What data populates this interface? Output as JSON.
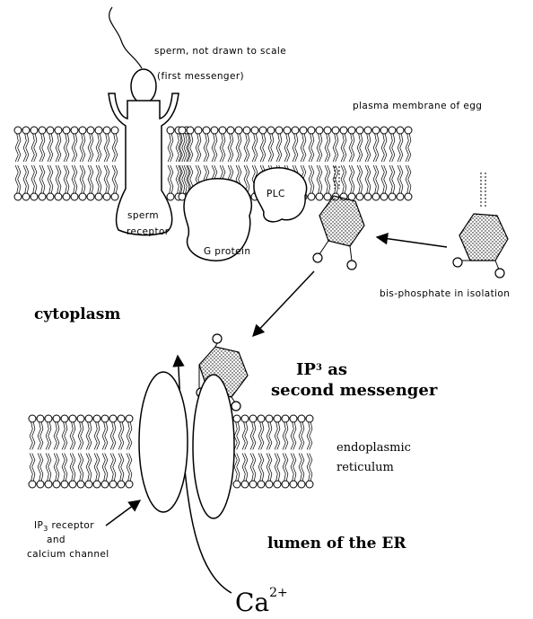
{
  "labels": {
    "sperm": "sperm, not drawn to scale",
    "first_messenger": "(first messenger)",
    "plasma_membrane": "plasma membrane of egg",
    "sperm_receptor_1": "sperm",
    "sperm_receptor_2": "receptor",
    "g_protein": "G protein",
    "plc": "PLC",
    "bisphosphate": "bis-phosphate in isolation",
    "cytoplasm": "cytoplasm",
    "ip3_prefix": "IP",
    "ip3_sub": "3",
    "ip3_suffix": " as",
    "second_messenger": "second messenger",
    "er_1": "endoplasmic",
    "er_2": "reticulum",
    "ip3r_prefix": "IP",
    "ip3r_sub": "3",
    "ip3r_suffix": " receptor",
    "ip3r_2": "and",
    "ip3r_3": "calcium channel",
    "lumen": "lumen of the ER",
    "ca": "Ca",
    "ca_charge": "2+"
  }
}
